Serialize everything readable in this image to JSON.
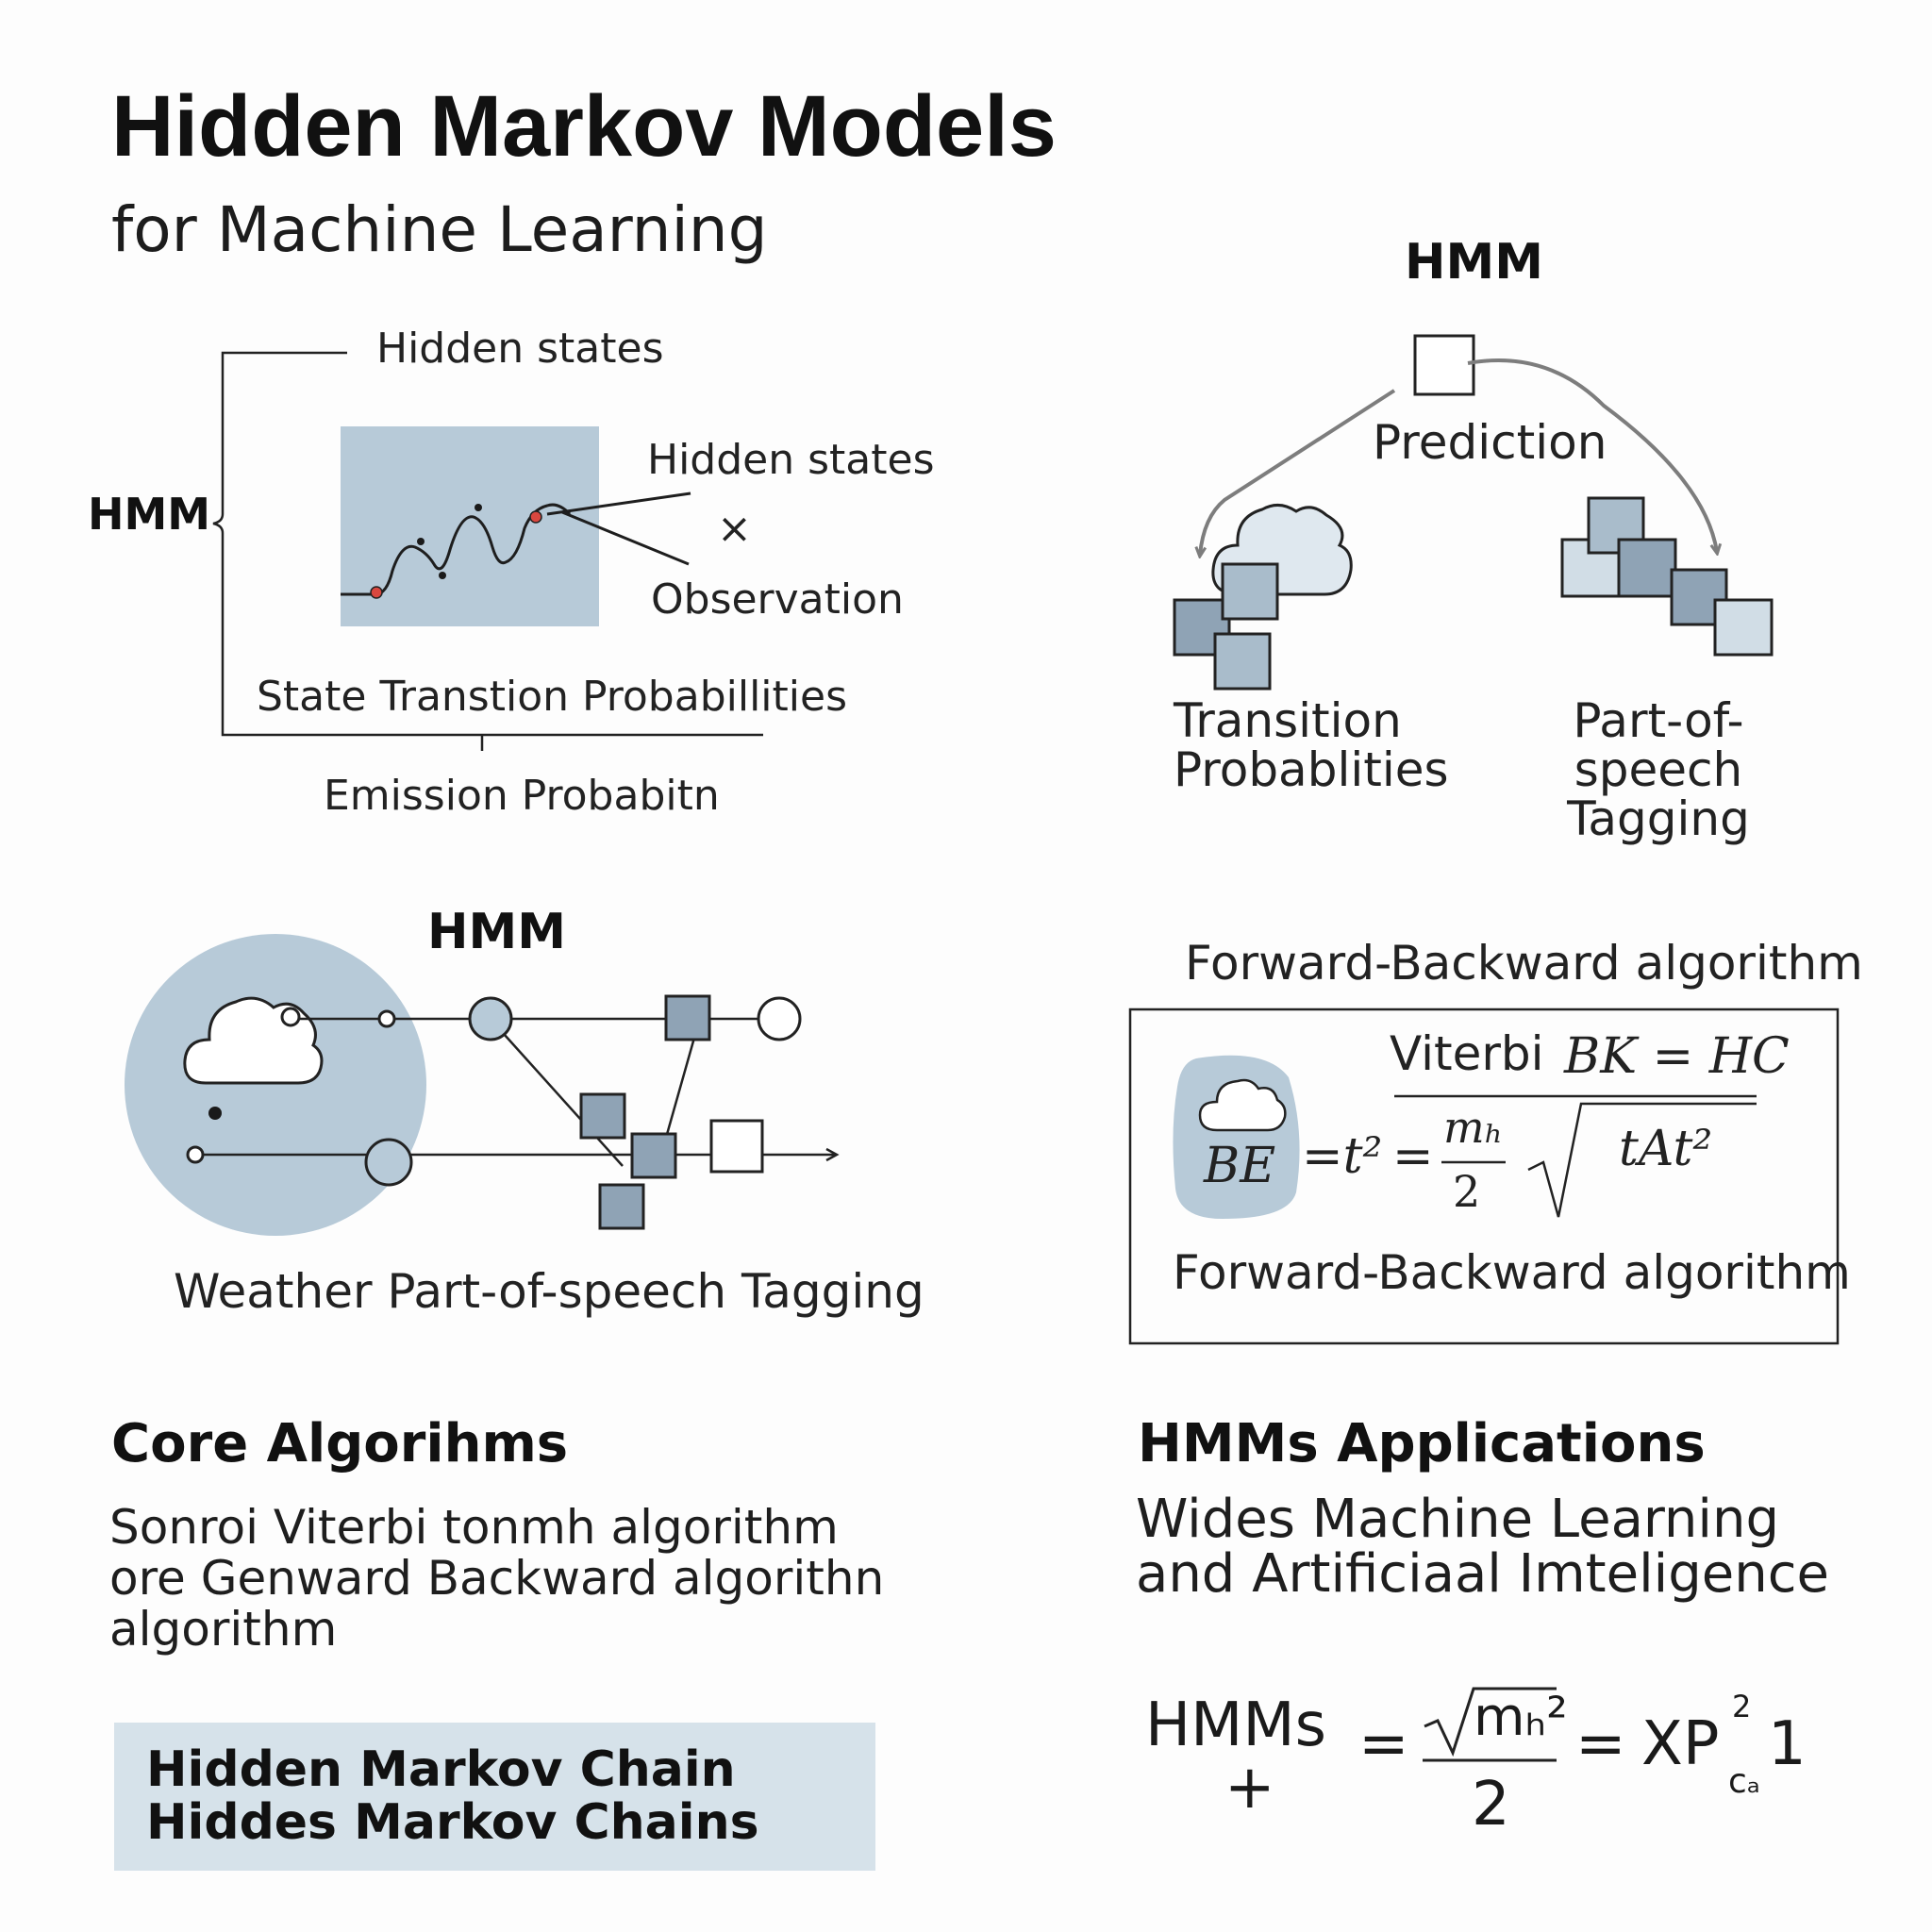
{
  "header": {
    "title": "Hidden Markov Models",
    "subtitle": "for Machine Learning"
  },
  "panel_top_left": {
    "bracket_label": "HMM",
    "top_label": "Hidden states",
    "right_label_1": "Hidden states",
    "right_symbol": "×",
    "right_label_2": "Observation",
    "transition_label": "State Transtion Probabillities",
    "emission_label": "Emission Probabitn"
  },
  "panel_top_right": {
    "title": "HMM",
    "center_label": "Prediction",
    "left_label": "Transition\nProbablities",
    "right_label": "Part-of-speech\nTagging"
  },
  "panel_mid_left": {
    "title": "HMM",
    "caption": "Weather Part-of-speech Tagging"
  },
  "panel_mid_right": {
    "top_label": "Forward-Backward algorithm",
    "viterbi_label": "Viterbi",
    "viterbi_eq": "BK = HC",
    "badge_label": "BE",
    "eq_part_1": "=t²",
    "eq_part_2": "=",
    "frac_numerator": "mₕ",
    "frac_denominator": "2",
    "sqrt_content": "tAt²",
    "bottom_label": "Forward-Backward algorithm"
  },
  "core_algorithms": {
    "heading": "Core Algorihms",
    "body": "Sonroi Viterbi tonmh algorithm\nore Genward Backward algorithn\nalgorithm"
  },
  "applications": {
    "heading": "HMMs Applications",
    "body": "Wides Machine Learning\nand Artificiaal  Imteligence"
  },
  "chain_box": {
    "text": "Hidden Markov Chain\nHiddes Markov Chains"
  },
  "bottom_formula": {
    "lhs": "HMMs",
    "lhs_below": "+",
    "eq1": "=",
    "numerator": "mₕ²",
    "denominator": "2",
    "eq2": "=",
    "rhs": "XP",
    "rhs_sup": "2",
    "rhs_sub": "cₐ",
    "rhs_tail": "1"
  },
  "colors": {
    "accent_blue": "#b7cad8",
    "square_fill": "#8fa3b5",
    "square_light": "#d1dde6",
    "ink": "#1a1a1a",
    "red_dot": "#d9473f"
  }
}
